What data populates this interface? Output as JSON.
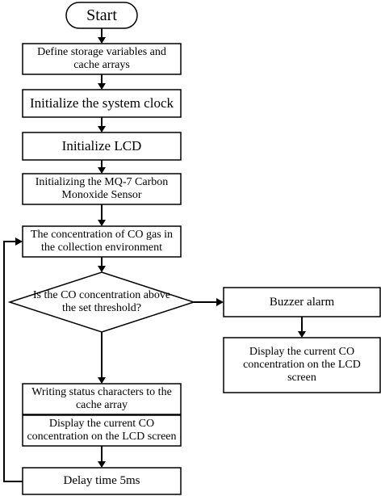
{
  "flowchart": {
    "start": "Start",
    "define_vars": "Define storage variables and cache arrays",
    "init_clock": "Initialize the system clock",
    "init_lcd": "Initialize LCD",
    "init_sensor": "Initializing the MQ-7 Carbon Monoxide Sensor",
    "read_concentration": "The concentration of CO gas in the collection environment",
    "decision": "Is the CO concentration above the set threshold?",
    "write_status": "Writing status characters to the cache array",
    "display_left": "Display the current CO concentration on the LCD screen",
    "delay": "Delay time 5ms",
    "buzzer": "Buzzer alarm",
    "display_right": "Display the current CO concentration on the LCD screen"
  }
}
